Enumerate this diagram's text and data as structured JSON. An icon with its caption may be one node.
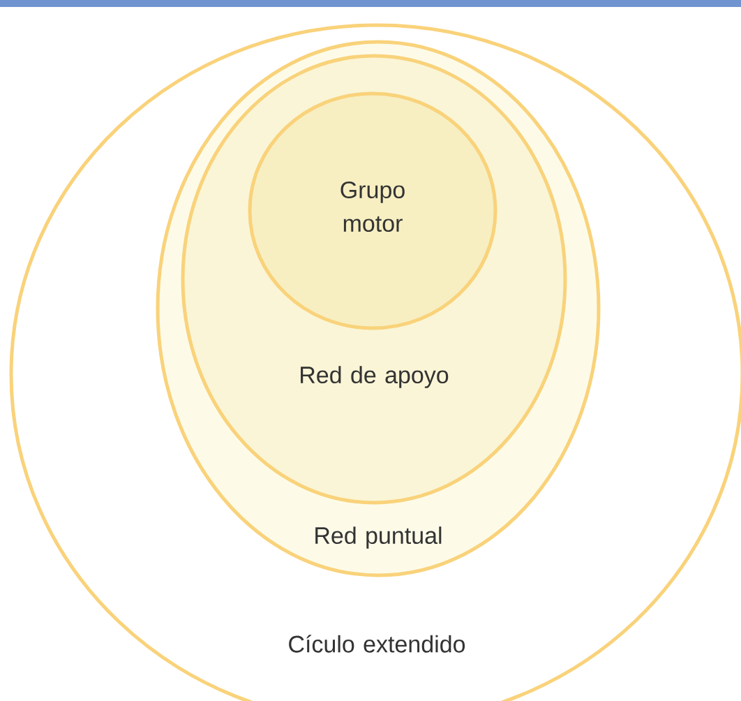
{
  "diagram": {
    "nodes": [
      {
        "text": [
          "Cículo extendido"
        ]
      },
      {
        "text": [
          "Red puntual"
        ],
        "in": 0
      },
      {
        "text": [
          "Red de apoyo"
        ],
        "in": 1
      },
      {
        "text": [
          "Grupo motor"
        ],
        "in": 2
      }
    ]
  }
}
